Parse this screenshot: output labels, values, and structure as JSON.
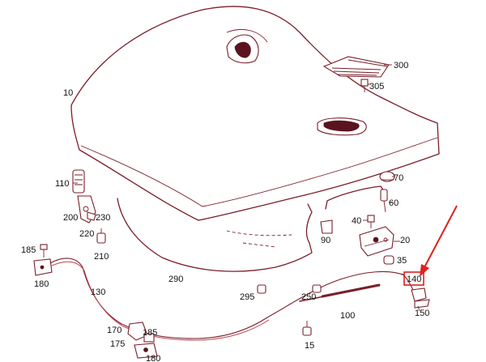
{
  "labels": {
    "l10": "10",
    "l110": "110",
    "l200": "200",
    "l230": "230",
    "l220": "220",
    "l210": "210",
    "l185a": "185",
    "l180a": "180",
    "l130": "130",
    "l290": "290",
    "l295": "295",
    "l250": "250",
    "l100": "100",
    "l170": "170",
    "l185b": "185",
    "l175": "175",
    "l180b": "180",
    "l15": "15",
    "l300": "300",
    "l305": "305",
    "l70": "70",
    "l60": "60",
    "l40": "40",
    "l90": "90",
    "l20": "20",
    "l35": "35",
    "l140": "140",
    "l150": "150"
  },
  "highlight": {
    "part": "140",
    "color": "#e0201c"
  },
  "colors": {
    "linework": "#7a1e2a",
    "callout": "#e0201c"
  }
}
